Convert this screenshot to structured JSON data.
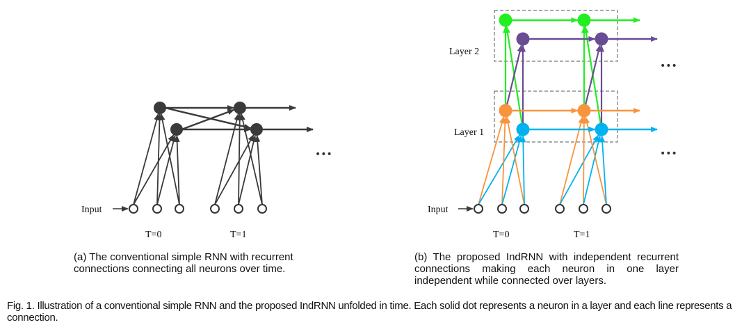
{
  "panel_a": {
    "input_label": "Input",
    "time_labels": [
      "T=0",
      "T=1"
    ],
    "ellipsis": "•••",
    "caption": "(a) The conventional simple RNN with recurrent connections connecting all neurons over time.",
    "neuron_color": "#3a3a3a"
  },
  "panel_b": {
    "input_label": "Input",
    "time_labels": [
      "T=0",
      "T=1"
    ],
    "layer_labels": [
      "Layer 2",
      "Layer 1"
    ],
    "ellipsis": "•••",
    "caption": "(b) The proposed IndRNN with independent recurrent connections making each neuron in one layer independent while connected over layers.",
    "colors": {
      "layer2_neuron1": "#22ee22",
      "layer2_neuron2": "#6a4c93",
      "layer1_neuron1": "#f7943e",
      "layer1_neuron2": "#00b2f0",
      "box": "#555555"
    }
  },
  "figure_caption": "Fig. 1. Illustration of a conventional simple RNN and the proposed IndRNN unfolded in time. Each solid dot represents a neuron in a layer and each line represents a connection."
}
